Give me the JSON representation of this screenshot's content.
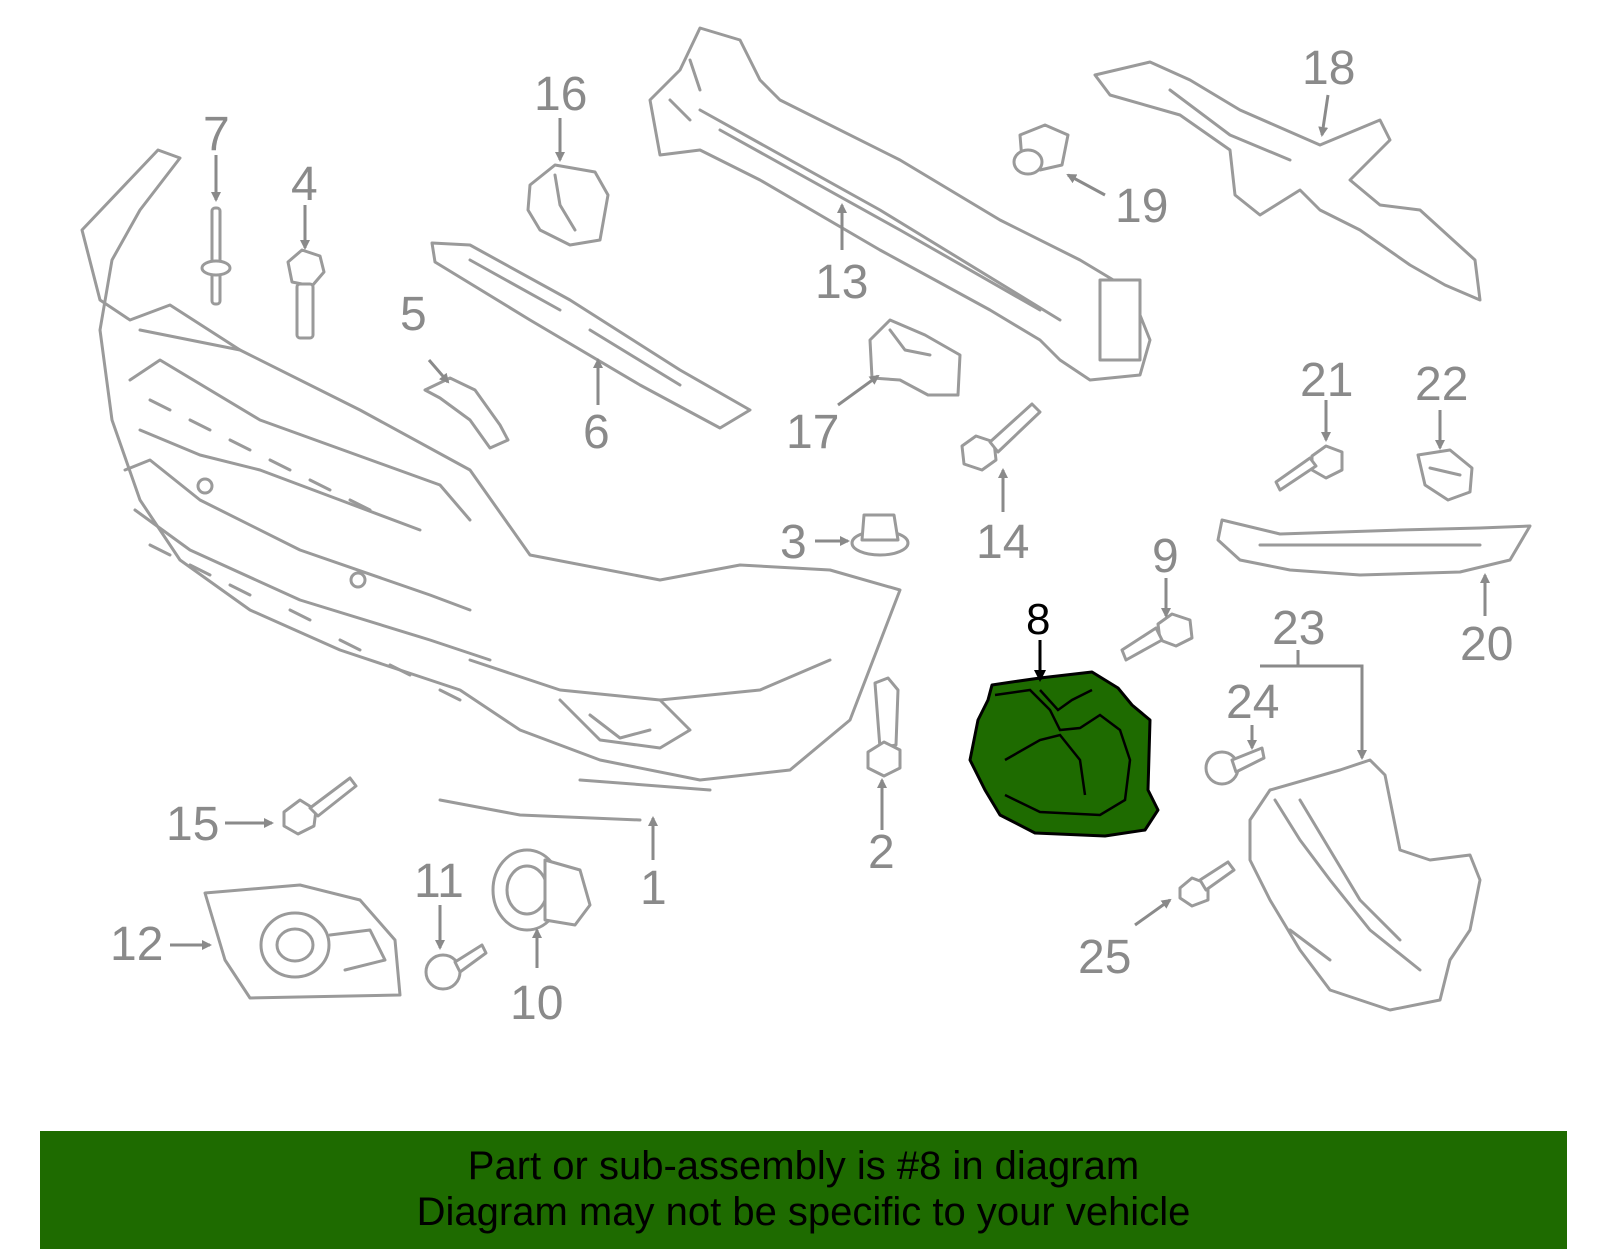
{
  "highlight_color": "#1e6b00",
  "part_color": "#9a9a9a",
  "highlighted_part": "8",
  "callouts": {
    "c1": "1",
    "c2": "2",
    "c3": "3",
    "c4": "4",
    "c5": "5",
    "c6": "6",
    "c7": "7",
    "c8": "8",
    "c9": "9",
    "c10": "10",
    "c11": "11",
    "c12": "12",
    "c13": "13",
    "c14": "14",
    "c15": "15",
    "c16": "16",
    "c17": "17",
    "c18": "18",
    "c19": "19",
    "c20": "20",
    "c21": "21",
    "c22": "22",
    "c23": "23",
    "c24": "24",
    "c25": "25"
  },
  "footer": {
    "line1": "Part or sub-assembly is #8 in diagram",
    "line2": "Diagram may not be specific to your vehicle"
  }
}
